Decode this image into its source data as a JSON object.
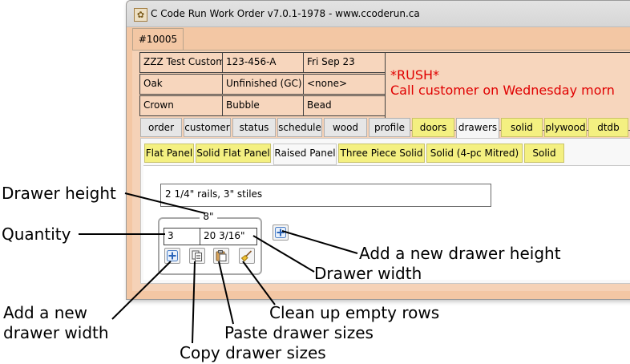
{
  "window": {
    "title": "C Code Run Work Order v7.0.1-1978 - www.ccoderun.ca"
  },
  "order_tab": {
    "label": "#10005"
  },
  "info": {
    "row1": [
      "ZZZ Test Customer",
      "123-456-A",
      "Fri Sep 23"
    ],
    "row2": [
      "Oak",
      "Unfinished (GC)",
      "<none>"
    ],
    "row3": [
      "Crown",
      "Bubble",
      "Bead"
    ]
  },
  "notice": {
    "line1": "*RUSH*",
    "line2": "Call customer on Wednesday morn"
  },
  "main_tabs": [
    "order",
    "customer",
    "status",
    "schedule",
    "wood",
    "profile",
    "doors",
    "drawers",
    "solid",
    "plywood",
    "dtdb"
  ],
  "sub_tabs": [
    "Flat Panel",
    "Solid Flat Panel",
    "Raised Panel",
    "Three Piece Solid",
    "Solid (4-pc Mitred)",
    "Solid"
  ],
  "drawer": {
    "description": "2 1/4\" rails, 3\" stiles",
    "height": "8\"",
    "quantity": "3",
    "width": "20 3/16\""
  },
  "annotations": {
    "drawer_height": "Drawer height",
    "quantity": "Quantity",
    "add_height": "Add a new drawer height",
    "drawer_width": "Drawer width",
    "add_width_1": "Add a new",
    "add_width_2": "drawer width",
    "clean_up": "Clean up empty rows",
    "paste": "Paste drawer sizes",
    "copy": "Copy drawer sizes"
  },
  "icons": [
    "app-icon",
    "add-icon",
    "copy-icon",
    "paste-icon",
    "broom-icon",
    "add-height-icon"
  ]
}
